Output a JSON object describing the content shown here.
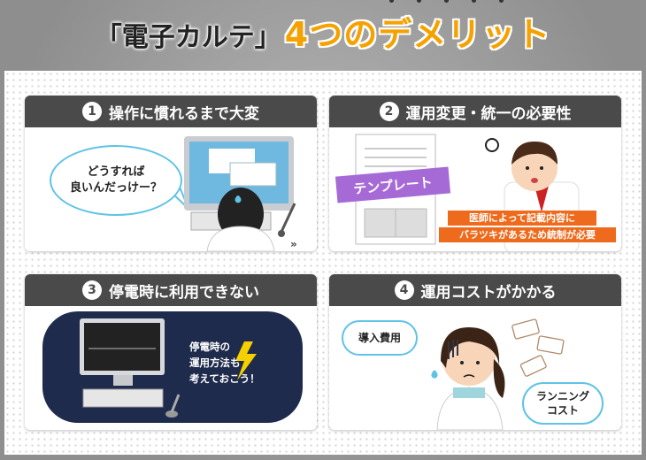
{
  "header": {
    "title_quoted": "「電子カルテ」",
    "title_main": "4つのデメリット"
  },
  "cards": [
    {
      "number": "1",
      "title": "操作に慣れるまで大変",
      "bubble_line1": "どうすれば",
      "bubble_line2": "良いんだっけー？"
    },
    {
      "number": "2",
      "title": "運用変更・統一の必要性",
      "tag": "テンプレート",
      "note_line1": "医師によって記載内容に",
      "note_line2": "バラツキがあるため統制が必要"
    },
    {
      "number": "3",
      "title": "停電時に利用できない",
      "text_line1": "停電時の",
      "text_line2": "運用方法も",
      "text_line3": "考えておこう！"
    },
    {
      "number": "4",
      "title": "運用コストがかかる",
      "cloud1": "導入費用",
      "cloud2_line1": "ランニング",
      "cloud2_line2": "コスト"
    }
  ],
  "colors": {
    "accent_orange": "#f5a100",
    "header_dark": "#4a4a4a",
    "bubble_blue": "#5fc3e6",
    "tag_purple": "#a66ad6",
    "note_orange": "#ee6a1c",
    "night_navy": "#1f2b4d"
  }
}
